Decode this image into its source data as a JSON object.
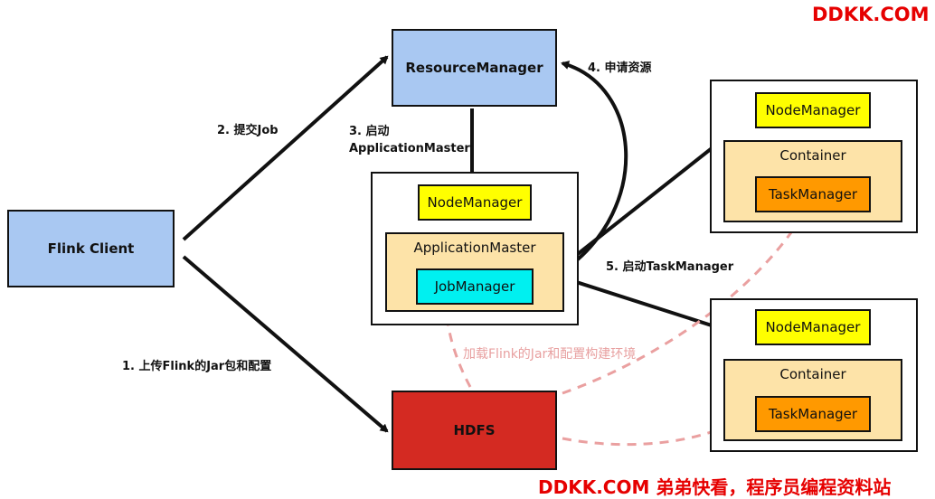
{
  "watermark_top": "DDKK.COM",
  "watermark_bottom": "DDKK.COM 弟弟快看，程序员编程资料站",
  "nodes": {
    "flink_client": "Flink Client",
    "resource_manager": "ResourceManager",
    "hdfs": "HDFS",
    "center": {
      "node_manager": "NodeManager",
      "application_master": "ApplicationMaster",
      "job_manager": "JobManager"
    },
    "worker_top": {
      "node_manager": "NodeManager",
      "container": "Container",
      "task_manager": "TaskManager"
    },
    "worker_bottom": {
      "node_manager": "NodeManager",
      "container": "Container",
      "task_manager": "TaskManager"
    }
  },
  "edges": {
    "step1": "1. 上传Flink的Jar包和配置",
    "step2": "2. 提交Job",
    "step3_line1": "3. 启动",
    "step3_line2": "ApplicationMaster",
    "step4": "4. 申请资源",
    "step5": "5. 启动TaskManager",
    "load_env": "加载Flink的Jar和配置构建环境"
  },
  "colors": {
    "client_blue": "#a9c8f2",
    "node_manager_yellow": "#ffff00",
    "container_peach": "#fde3a8",
    "task_manager_orange": "#ff9900",
    "job_manager_cyan": "#00f0f0",
    "hdfs_red": "#d42a22",
    "dashed_pink": "#eaa0a0",
    "watermark_red": "#e60000"
  }
}
